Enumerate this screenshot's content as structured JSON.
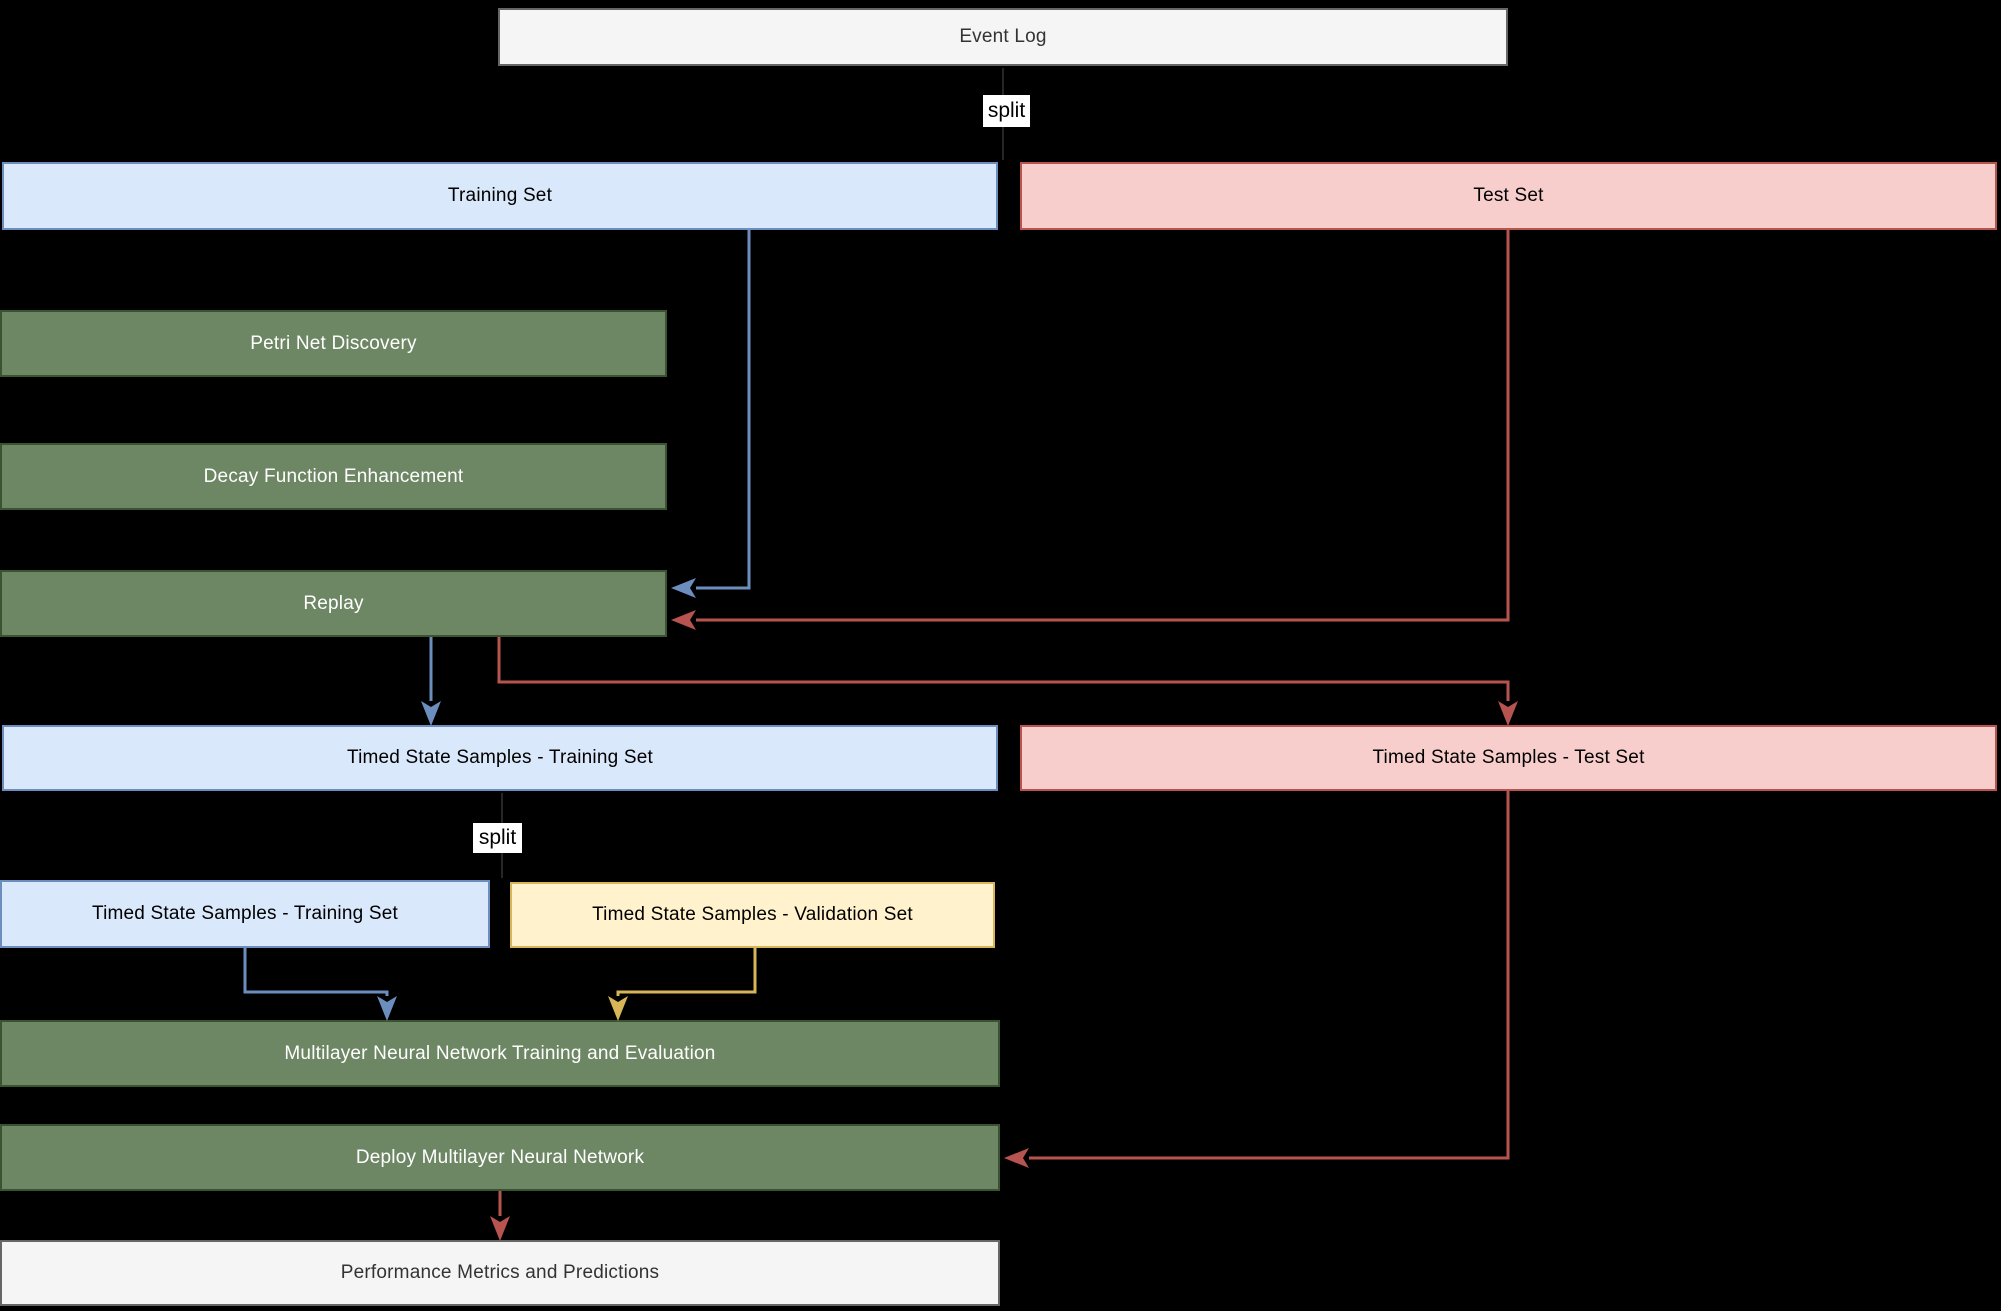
{
  "background": "#000000",
  "palette": {
    "blue_fill": "#dae8fc",
    "blue_stroke": "#6c8ebf",
    "pink_fill": "#f8cecc",
    "pink_stroke": "#b85450",
    "yellow_fill": "#fff2cc",
    "yellow_stroke": "#d6b656",
    "green_fill": "#6d8764",
    "green_stroke": "#3a5431",
    "gray_fill": "#f5f5f5",
    "gray_stroke": "#666666",
    "arrow_blue": "#6c8ebf",
    "arrow_red": "#b85450",
    "arrow_yellow": "#d6b656"
  },
  "labels": {
    "split_top": "split",
    "split_mid": "split"
  },
  "nodes": [
    {
      "id": "event-log",
      "kind": "gray",
      "label": "Event Log"
    },
    {
      "id": "training-set",
      "kind": "blue",
      "label": "Training Set"
    },
    {
      "id": "test-set",
      "kind": "pink",
      "label": "Test Set"
    },
    {
      "id": "petri-net-discovery",
      "kind": "green",
      "label": "Petri Net Discovery"
    },
    {
      "id": "decay-function-enhancement",
      "kind": "green",
      "label": "Decay Function Enhancement"
    },
    {
      "id": "replay",
      "kind": "green",
      "label": "Replay"
    },
    {
      "id": "timed-state-samples-training-set",
      "kind": "blue",
      "label": "Timed State Samples - Training Set"
    },
    {
      "id": "timed-state-samples-test-set",
      "kind": "pink",
      "label": "Timed State Samples - Test Set"
    },
    {
      "id": "timed-state-samples-training-set-2",
      "kind": "blue",
      "label": "Timed State Samples - Training Set"
    },
    {
      "id": "timed-state-samples-validation-set",
      "kind": "yellow",
      "label": "Timed State Samples - Validation Set"
    },
    {
      "id": "mnn-training-and-evaluation",
      "kind": "green",
      "label": "Multilayer Neural Network Training and Evaluation"
    },
    {
      "id": "deploy-mnn",
      "kind": "green",
      "label": "Deploy Multilayer Neural Network"
    },
    {
      "id": "performance-metrics-predictions",
      "kind": "gray",
      "label": "Performance Metrics and Predictions"
    }
  ]
}
